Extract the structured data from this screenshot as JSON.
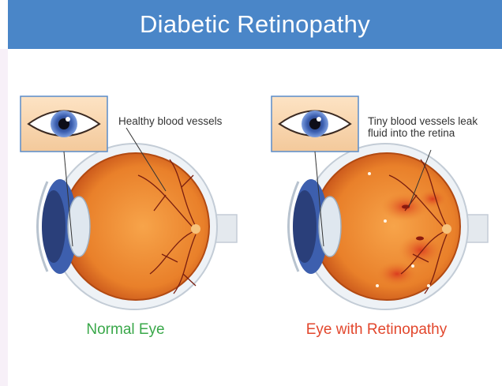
{
  "title": "Diabetic Retinopathy",
  "colors": {
    "header": "#4a86c8",
    "normal_caption": "#3aa84a",
    "retinopathy_caption": "#e2472d"
  },
  "panels": [
    {
      "caption": "Normal Eye",
      "annotation_lines": [
        "Healthy blood vessels"
      ]
    },
    {
      "caption": "Eye with Retinopathy",
      "annotation_lines": [
        "Tiny blood vessels leak",
        "fluid into the retina"
      ]
    }
  ]
}
